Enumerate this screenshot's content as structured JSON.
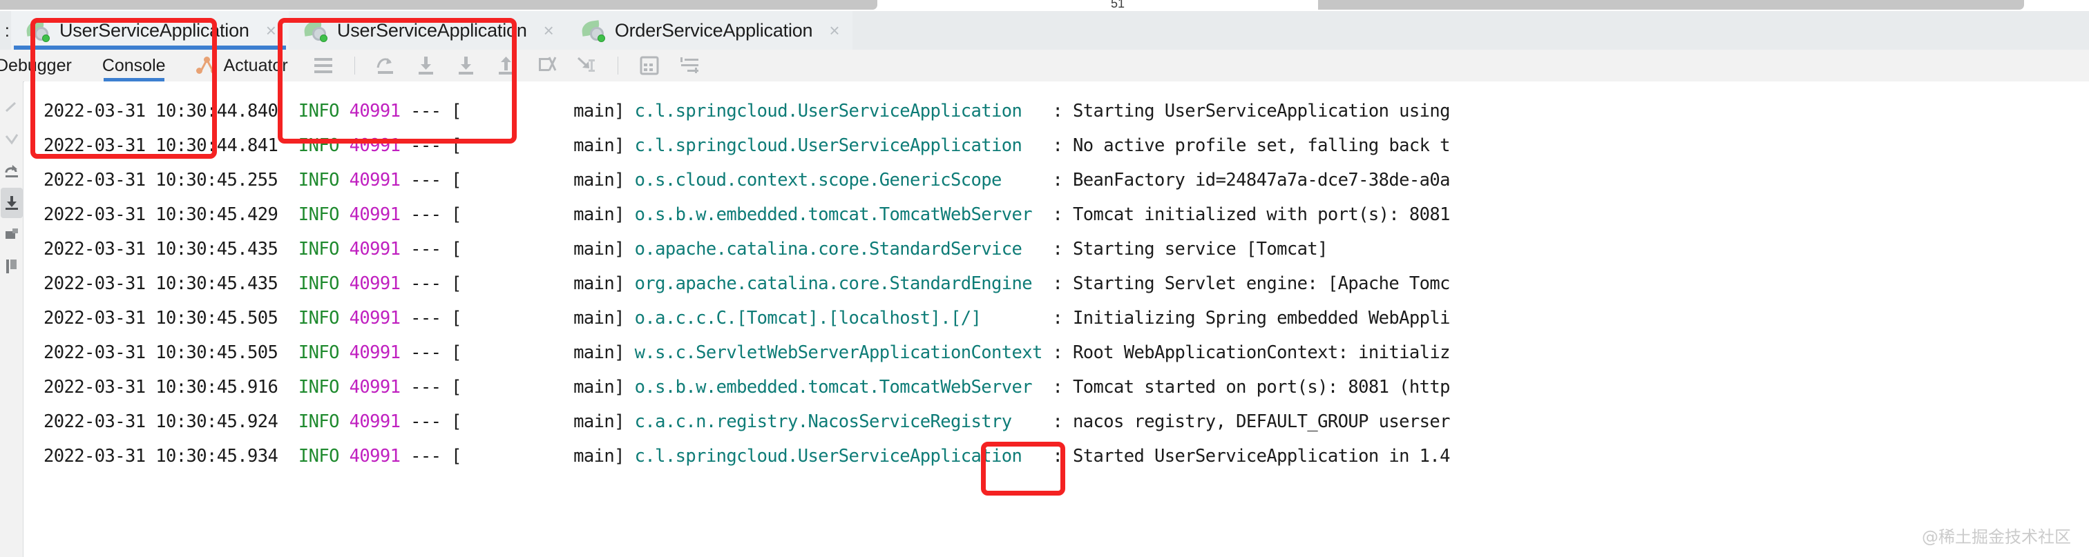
{
  "window": {
    "partial_tab_number": "51"
  },
  "run_tabs": {
    "leadin": ":",
    "items": [
      {
        "label": "UserServiceApplication",
        "icon": "spring-boot-run-icon",
        "active": true,
        "close": "×"
      },
      {
        "label": "UserServiceApplication",
        "icon": "spring-boot-run-icon",
        "active": false,
        "close": "×"
      },
      {
        "label": "OrderServiceApplication",
        "icon": "spring-boot-run-icon",
        "active": false,
        "close": "×"
      }
    ]
  },
  "sub_tabs": {
    "items": [
      {
        "label": "Debugger",
        "active": false,
        "icon": null
      },
      {
        "label": "Console",
        "active": true,
        "icon": null
      },
      {
        "label": "Actuator",
        "active": false,
        "icon": "actuator-graph-icon"
      }
    ],
    "toolbar_icons": [
      "view-breakpoints-icon",
      "step-over-icon",
      "step-into-icon",
      "force-step-into-icon",
      "step-out-icon",
      "drop-frame-icon",
      "run-to-cursor-icon",
      "evaluate-expression-icon",
      "settings-lines-icon"
    ]
  },
  "gutter_icons": [
    "rerun-icon",
    "resume-program-icon",
    "stop-icon",
    "scroll-to-end-icon",
    "print-icon",
    "soft-wrap-icon"
  ],
  "console": {
    "lines": [
      {
        "timestamp": "2022-03-31 10:30:44.840",
        "level": "INFO",
        "pid": "40991",
        "separator": "---",
        "thread": "[           main]",
        "logger": "c.l.springcloud.UserServiceApplication",
        "colon": ":",
        "message": "Starting UserServiceApplication using"
      },
      {
        "timestamp": "2022-03-31 10:30:44.841",
        "level": "INFO",
        "pid": "40991",
        "separator": "---",
        "thread": "[           main]",
        "logger": "c.l.springcloud.UserServiceApplication",
        "colon": ":",
        "message": "No active profile set, falling back t"
      },
      {
        "timestamp": "2022-03-31 10:30:45.255",
        "level": "INFO",
        "pid": "40991",
        "separator": "---",
        "thread": "[           main]",
        "logger": "o.s.cloud.context.scope.GenericScope",
        "colon": ":",
        "message": "BeanFactory id=24847a7a-dce7-38de-a0a"
      },
      {
        "timestamp": "2022-03-31 10:30:45.429",
        "level": "INFO",
        "pid": "40991",
        "separator": "---",
        "thread": "[           main]",
        "logger": "o.s.b.w.embedded.tomcat.TomcatWebServer",
        "colon": ":",
        "message": "Tomcat initialized with port(s): 8081"
      },
      {
        "timestamp": "2022-03-31 10:30:45.435",
        "level": "INFO",
        "pid": "40991",
        "separator": "---",
        "thread": "[           main]",
        "logger": "o.apache.catalina.core.StandardService",
        "colon": ":",
        "message": "Starting service [Tomcat]"
      },
      {
        "timestamp": "2022-03-31 10:30:45.435",
        "level": "INFO",
        "pid": "40991",
        "separator": "---",
        "thread": "[           main]",
        "logger": "org.apache.catalina.core.StandardEngine",
        "colon": ":",
        "message": "Starting Servlet engine: [Apache Tomc"
      },
      {
        "timestamp": "2022-03-31 10:30:45.505",
        "level": "INFO",
        "pid": "40991",
        "separator": "---",
        "thread": "[           main]",
        "logger": "o.a.c.c.C.[Tomcat].[localhost].[/]",
        "colon": ":",
        "message": "Initializing Spring embedded WebAppli"
      },
      {
        "timestamp": "2022-03-31 10:30:45.505",
        "level": "INFO",
        "pid": "40991",
        "separator": "---",
        "thread": "[           main]",
        "logger": "w.s.c.ServletWebServerApplicationContext",
        "colon": ":",
        "message": "Root WebApplicationContext: initializ"
      },
      {
        "timestamp": "2022-03-31 10:30:45.916",
        "level": "INFO",
        "pid": "40991",
        "separator": "---",
        "thread": "[           main]",
        "logger": "o.s.b.w.embedded.tomcat.TomcatWebServer",
        "colon": ":",
        "message": "Tomcat started on port(s): 8081 (http"
      },
      {
        "timestamp": "2022-03-31 10:30:45.924",
        "level": "INFO",
        "pid": "40991",
        "separator": "---",
        "thread": "[           main]",
        "logger": "c.a.c.n.registry.NacosServiceRegistry",
        "colon": ":",
        "message": "nacos registry, DEFAULT_GROUP userser"
      },
      {
        "timestamp": "2022-03-31 10:30:45.934",
        "level": "INFO",
        "pid": "40991",
        "separator": "---",
        "thread": "[           main]",
        "logger": "c.l.springcloud.UserServiceApplication",
        "colon": ":",
        "message": "Started UserServiceApplication in 1.4"
      }
    ]
  },
  "annotations": [
    {
      "name": "highlight-tab-first-userservice",
      "color": "#f42222"
    },
    {
      "name": "highlight-tab-second-userservice",
      "color": "#f42222"
    },
    {
      "name": "highlight-tomcat-port",
      "color": "#f42222"
    }
  ],
  "watermark": "@稀土掘金技术社区",
  "colors": {
    "accent_blue": "#3c7fd0",
    "level_info": "#1f8a2e",
    "pid": "#c020c0",
    "logger": "#0e7c77",
    "annotation_red": "#f42222",
    "tabbar_bg": "#e8ebed",
    "console_bg": "#ffffff"
  }
}
